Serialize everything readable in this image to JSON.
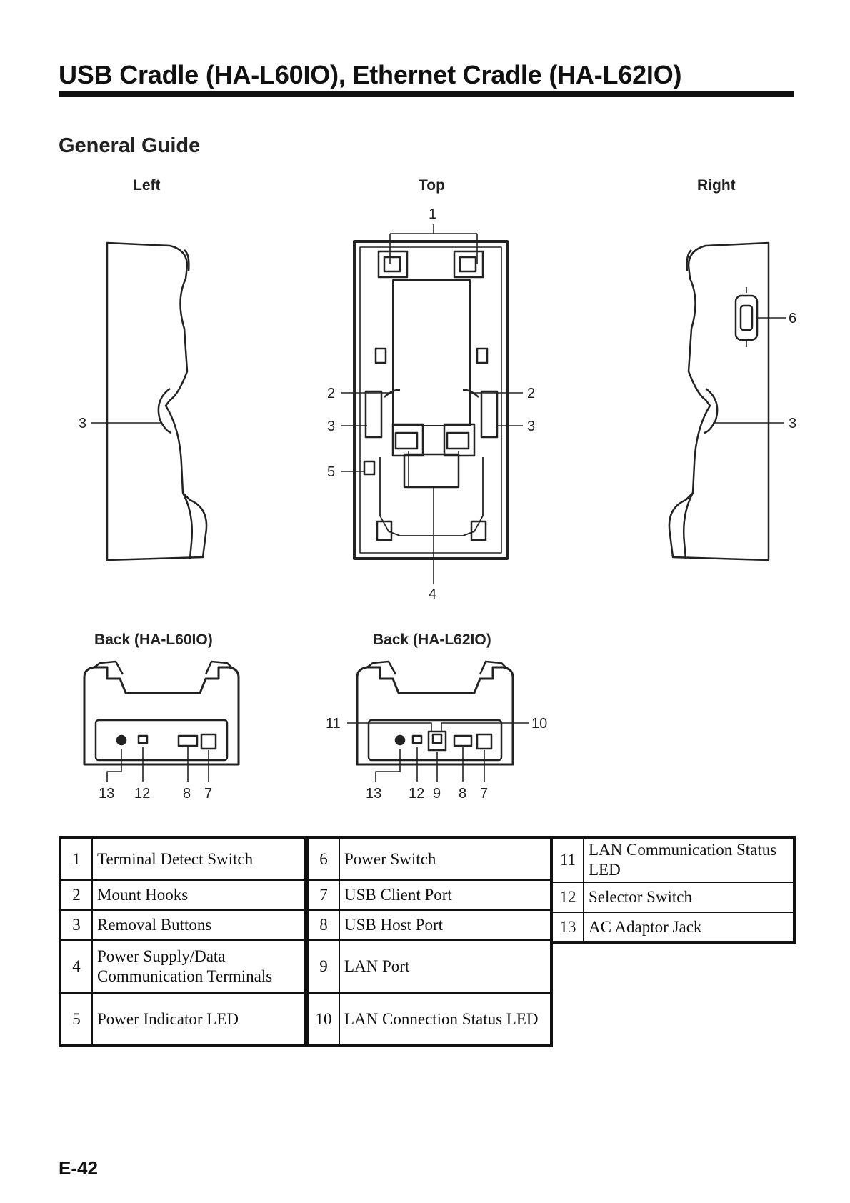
{
  "header": {
    "title": "USB Cradle (HA-L60IO), Ethernet Cradle (HA-L62IO)",
    "section_title": "General Guide"
  },
  "figure": {
    "view_left": "Left",
    "view_top": "Top",
    "view_right": "Right",
    "view_back_usb": "Back (HA-L60IO)",
    "view_back_eth": "Back (HA-L62IO)",
    "callouts": {
      "top_1": "1",
      "top_2_left": "2",
      "top_2_right": "2",
      "top_3_left": "3",
      "top_3_right": "3",
      "top_5": "5",
      "top_4": "4",
      "left_3": "3",
      "right_6": "6",
      "right_3": "3",
      "usb_13": "13",
      "usb_12": "12",
      "usb_8": "8",
      "usb_7": "7",
      "eth_11": "11",
      "eth_10": "10",
      "eth_13": "13",
      "eth_12": "12",
      "eth_9": "9",
      "eth_8": "8",
      "eth_7": "7"
    }
  },
  "parts_table": {
    "column_a": [
      {
        "num": "1",
        "label": "Terminal Detect Switch"
      },
      {
        "num": "2",
        "label": "Mount Hooks"
      },
      {
        "num": "3",
        "label": "Removal Buttons"
      },
      {
        "num": "4",
        "label": "Power Supply/Data Communication Terminals"
      },
      {
        "num": "5",
        "label": "Power Indicator LED"
      }
    ],
    "column_b": [
      {
        "num": "6",
        "label": "Power Switch"
      },
      {
        "num": "7",
        "label": "USB Client Port"
      },
      {
        "num": "8",
        "label": "USB Host Port"
      },
      {
        "num": "9",
        "label": "LAN Port"
      },
      {
        "num": "10",
        "label": "LAN Connection Status LED"
      }
    ],
    "column_c": [
      {
        "num": "11",
        "label": "LAN Communication Status LED"
      },
      {
        "num": "12",
        "label": "Selector Switch"
      },
      {
        "num": "13",
        "label": "AC Adaptor Jack"
      }
    ]
  },
  "footer": {
    "page_number": "E-42"
  }
}
